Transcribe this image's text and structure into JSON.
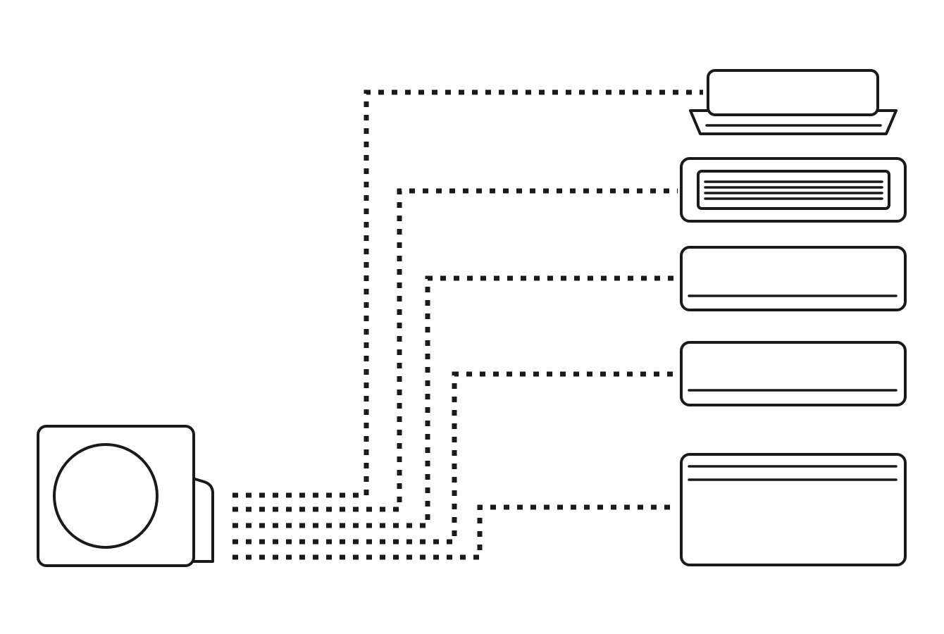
{
  "diagram": {
    "type": "multi-split air conditioning system",
    "colors": {
      "line": "#1a1a1a",
      "background": "#ffffff"
    },
    "outdoor_unit": {
      "icon": "outdoor-condenser-icon"
    },
    "indoor_units": [
      {
        "id": "cassette",
        "icon": "ceiling-cassette-icon"
      },
      {
        "id": "duct",
        "icon": "ducted-unit-icon"
      },
      {
        "id": "wall-1",
        "icon": "wall-mounted-unit-icon"
      },
      {
        "id": "wall-2",
        "icon": "wall-mounted-unit-icon"
      },
      {
        "id": "floor",
        "icon": "floor-console-icon"
      }
    ],
    "connections": [
      {
        "from": "outdoor_unit",
        "to": "cassette",
        "style": "dotted"
      },
      {
        "from": "outdoor_unit",
        "to": "duct",
        "style": "dotted"
      },
      {
        "from": "outdoor_unit",
        "to": "wall-1",
        "style": "dotted"
      },
      {
        "from": "outdoor_unit",
        "to": "wall-2",
        "style": "dotted"
      },
      {
        "from": "outdoor_unit",
        "to": "floor",
        "style": "dotted"
      }
    ]
  }
}
